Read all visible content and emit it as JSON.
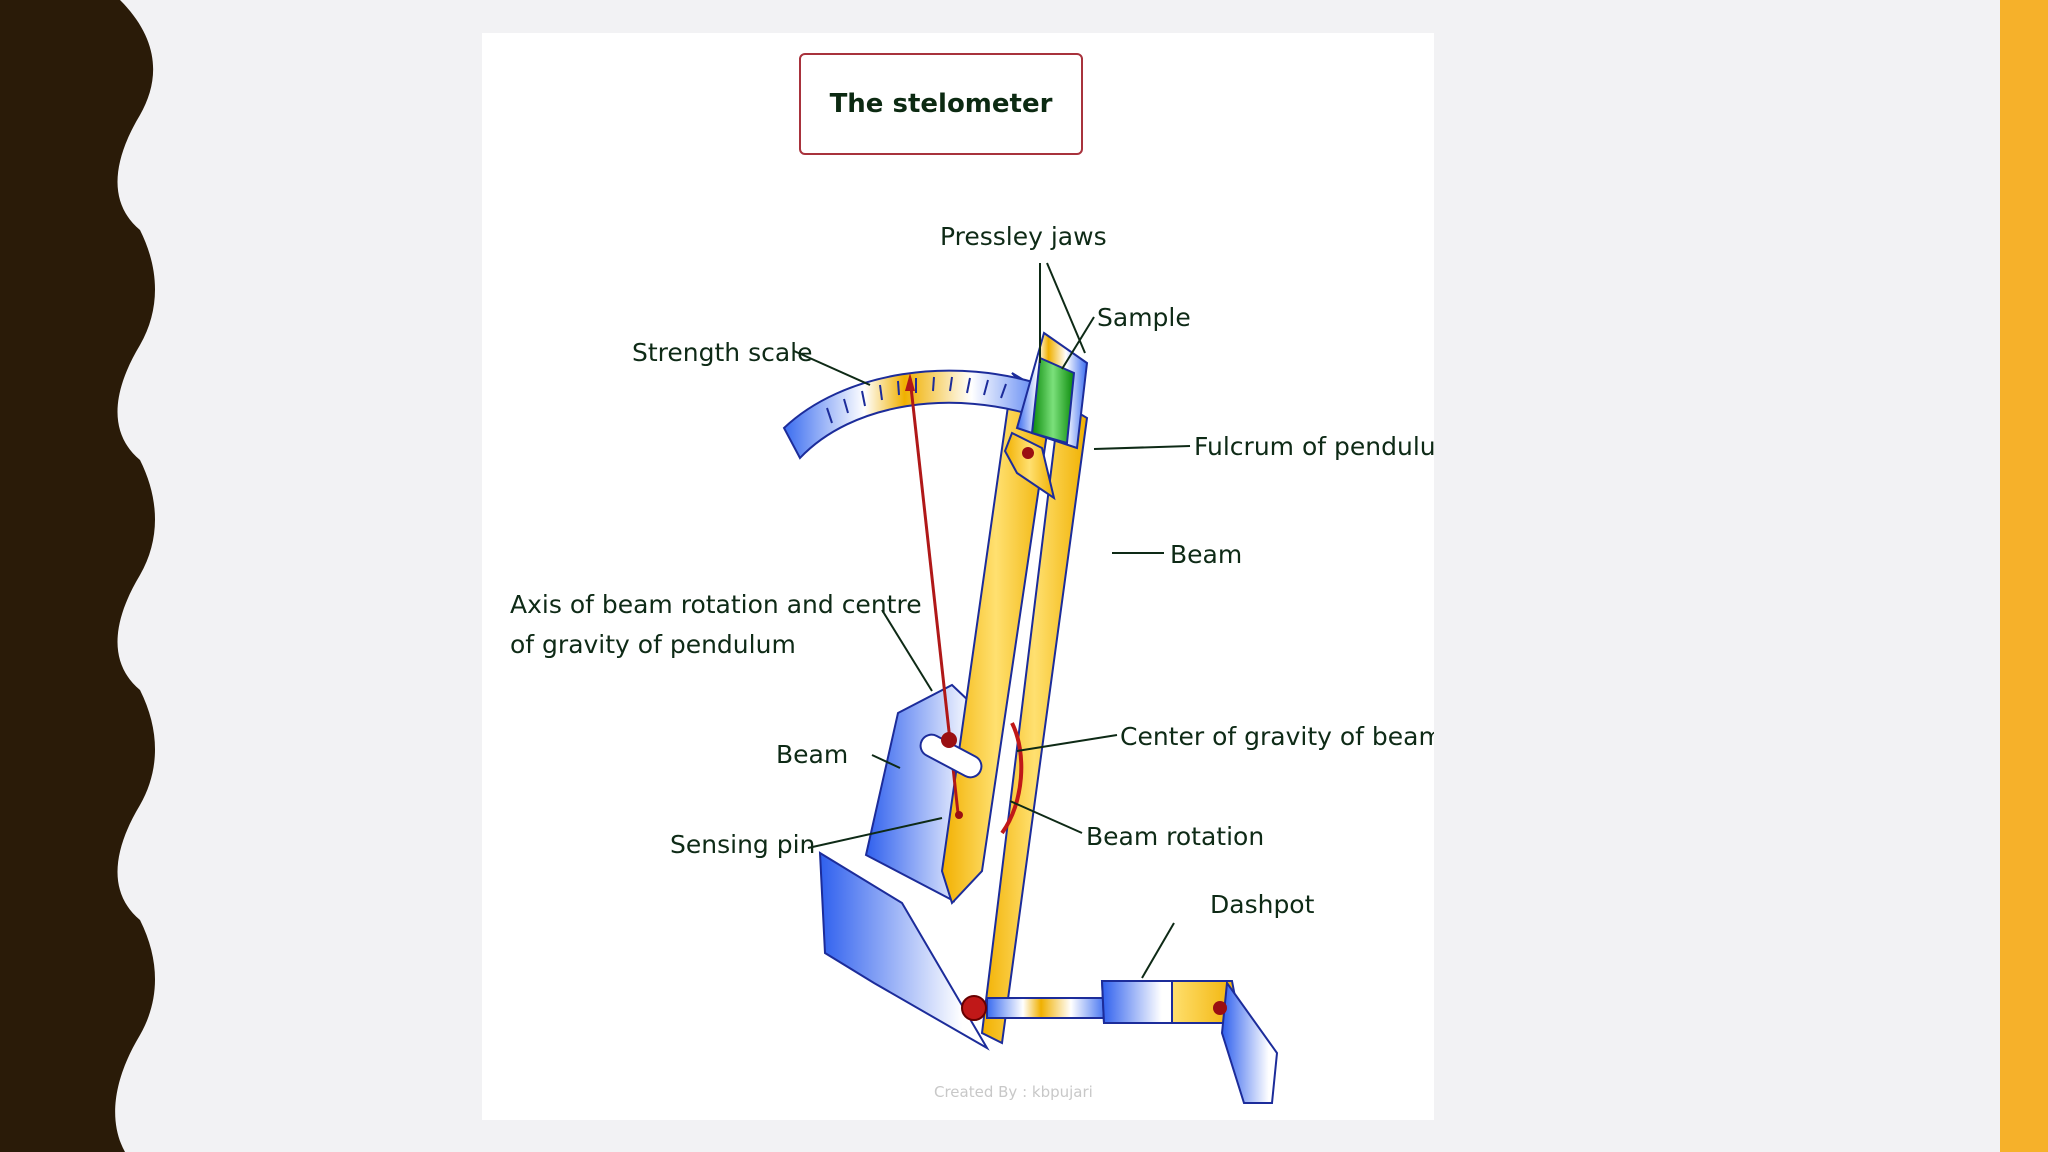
{
  "slide": {
    "left_border_color": "#2a1b08",
    "right_bar_color": "#f6b12a"
  },
  "figure": {
    "title": "The stelometer",
    "credit": "Created By : kbpujari",
    "labels": {
      "pressley_jaws": "Pressley jaws",
      "sample": "Sample",
      "strength_scale": "Strength scale",
      "fulcrum": "Fulcrum of pendulum",
      "beam_upper": "Beam",
      "axis_line1": "Axis of beam rotation and centre",
      "axis_line2": "of gravity of pendulum",
      "center_gravity": "Center of gravity of beam",
      "beam_lower": "Beam",
      "sensing_pin": "Sensing pin",
      "beam_rotation": "Beam rotation",
      "dashpot": "Dashpot"
    },
    "colors": {
      "beam_yellow": "#f4b400",
      "pendulum_blue": "#3a6cf0",
      "sample_green": "#1aa01a",
      "pivot_red": "#9a0f12"
    }
  }
}
